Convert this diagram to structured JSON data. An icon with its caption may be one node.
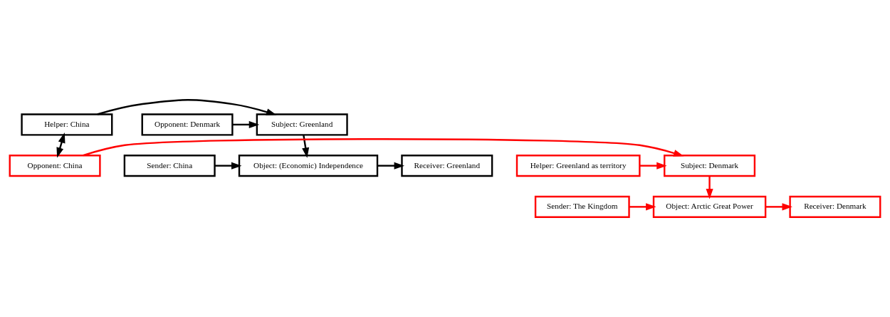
{
  "diagram": {
    "nodes": [
      {
        "text": [
          "Sender: China"
        ]
      },
      {
        "text": [
          "Object: (Economic) Independence"
        ]
      },
      {
        "text": [
          "Receiver: Greenland"
        ]
      },
      {
        "text": [
          "Helper: China"
        ]
      },
      {
        "text": [
          "Subject: Greenland"
        ]
      },
      {
        "text": [
          "Opponent: Denmark"
        ]
      },
      {
        "text": [
          "Helper: Greenland as territory"
        ]
      },
      {
        "text": [
          "Subject: Denmark"
        ]
      },
      {
        "text": [
          "Opponent: China"
        ]
      },
      {
        "text": [
          "Sender: The Kingdom"
        ]
      },
      {
        "text": [
          "Object: Arctic Great Power"
        ]
      },
      {
        "text": [
          "Receiver: Denmark"
        ]
      }
    ],
    "edges": [
      {
        "from": 0,
        "to": 1,
        "arrow": "to",
        "color": "#000000"
      },
      {
        "from": 1,
        "to": 2,
        "arrow": "to",
        "color": "#000000"
      },
      {
        "from": 4,
        "to": 1,
        "arrow": "to",
        "color": "#000000"
      },
      {
        "from": 3,
        "to": 4,
        "arrow": "to",
        "color": "#000000"
      },
      {
        "from": 5,
        "to": 4,
        "arrow": "to",
        "color": "#000000"
      },
      {
        "from": 3,
        "to": 8,
        "arrow": "both",
        "color": "#000000"
      },
      {
        "from": 6,
        "to": 7,
        "arrow": "to",
        "color": "#ff0000"
      },
      {
        "from": 8,
        "to": 7,
        "arrow": "to",
        "color": "#ff0000"
      },
      {
        "from": 7,
        "to": 10,
        "arrow": "to",
        "color": "#ff0000"
      },
      {
        "from": 9,
        "to": 10,
        "arrow": "to",
        "color": "#ff0000"
      },
      {
        "from": 10,
        "to": 11,
        "arrow": "to",
        "color": "#ff0000"
      }
    ]
  }
}
